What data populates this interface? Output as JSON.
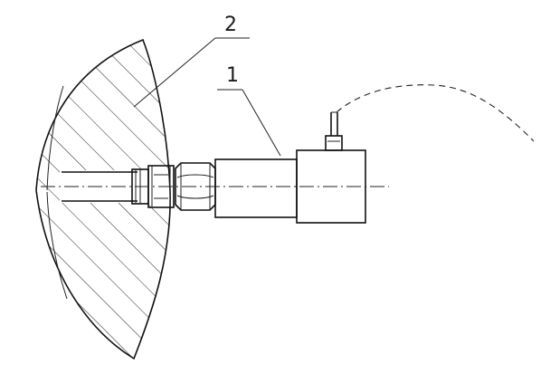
{
  "callouts": [
    {
      "id": "2",
      "text": "2"
    },
    {
      "id": "1",
      "text": "1"
    }
  ],
  "colors": {
    "line": "#111111",
    "background": "#ffffff"
  }
}
